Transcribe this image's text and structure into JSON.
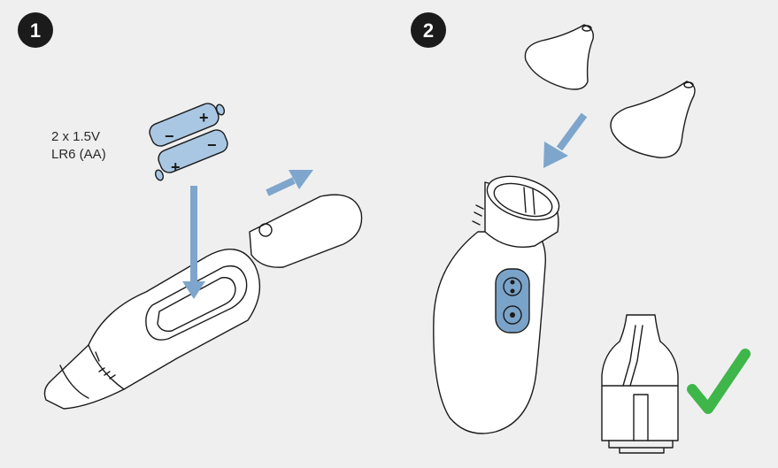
{
  "steps": [
    {
      "number": "1",
      "label": "battery-insertion"
    },
    {
      "number": "2",
      "label": "nozzle-attachment"
    }
  ],
  "battery_spec": {
    "line1": "2 x 1.5V",
    "line2": "LR6 (AA)"
  },
  "battery_signs": {
    "plus": "+",
    "minus": "−"
  },
  "colors": {
    "background": "#efeff0",
    "outline": "#1b1b1b",
    "arrow": "#7ea6cc",
    "battery": "#a9c7e3",
    "button_panel": "#7aa3c9",
    "checkmark": "#3fb649",
    "step_badge": "#1b1b1b"
  },
  "icons": {
    "confirm": "checkmark-icon",
    "direction": "arrow-icon"
  }
}
